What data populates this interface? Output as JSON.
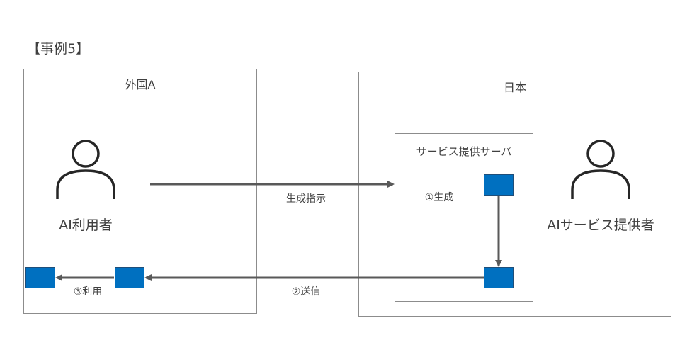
{
  "title": "【事例5】",
  "regions": {
    "foreign": {
      "label": "外国A"
    },
    "japan": {
      "label": "日本"
    },
    "server": {
      "label": "サービス提供サーバ"
    }
  },
  "actors": {
    "user": {
      "label": "AI利用者"
    },
    "provider": {
      "label": "AIサービス提供者"
    }
  },
  "steps": {
    "instruction": "生成指示",
    "generate": "①生成",
    "send": "②送信",
    "use": "③利用"
  },
  "colors": {
    "document_fill": "#0070c0",
    "document_border": "#1f4e79",
    "arrow": "#595959",
    "frame": "#8c8c8c"
  }
}
